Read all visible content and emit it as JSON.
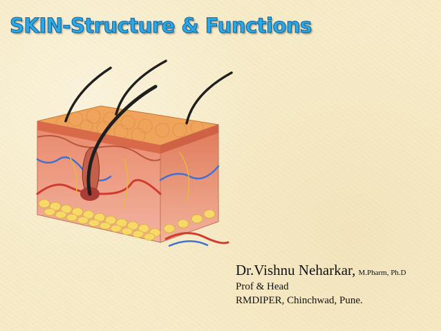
{
  "slide": {
    "title": "SKIN-Structure & Functions",
    "illustration_icon": "skin-cross-section-icon",
    "author": {
      "name": "Dr.Vishnu Neharkar,",
      "degree": "M.Pharm, Ph.D",
      "role": "Prof & Head",
      "affiliation": "RMDIPER, Chinchwad, Pune."
    }
  },
  "colors": {
    "background": "#f7ecc9",
    "title_fill": "#2ba8e6",
    "title_outline": "#0e5f96",
    "text": "#111111"
  }
}
